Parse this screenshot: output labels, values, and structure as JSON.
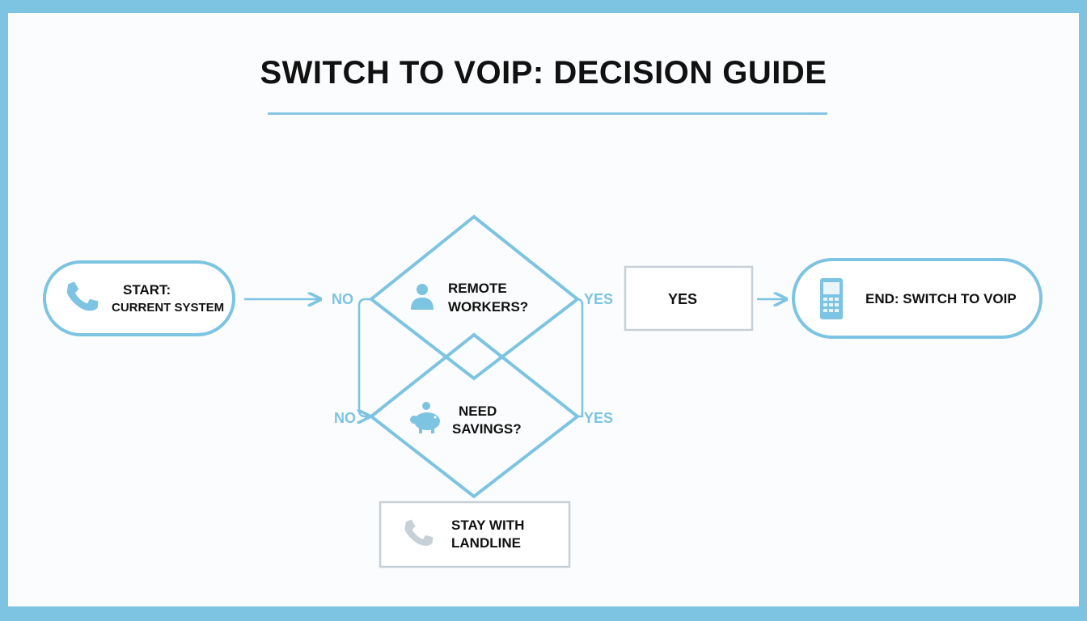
{
  "title": "SWITCH TO VOIP: DECISION GUIDE",
  "colors": {
    "frame": "#7cc4e2",
    "line": "#7cc4e2",
    "box_gray": "#c7d0d6",
    "text": "#111111",
    "icon": "#7cc4e2"
  },
  "nodes": {
    "start": {
      "line1": "START:",
      "line2": "CURRENT SYSTEM",
      "icon": "phone-icon"
    },
    "remote": {
      "line1": "REMOTE",
      "line2": "WORKERS?",
      "icon": "person-icon"
    },
    "savings": {
      "line1": "NEED",
      "line2": "SAVINGS?",
      "icon": "piggy-bank-icon"
    },
    "yes_box": {
      "label": "YES"
    },
    "end": {
      "label": "END: SWITCH TO VOIP",
      "icon": "mobile-phone-icon"
    },
    "stay": {
      "line1": "STAY WITH",
      "line2": "LANDLINE",
      "icon": "phone-icon"
    }
  },
  "edge_labels": {
    "remote_no": "NO",
    "remote_yes": "YES",
    "savings_no": "NO",
    "savings_yes": "YES"
  }
}
